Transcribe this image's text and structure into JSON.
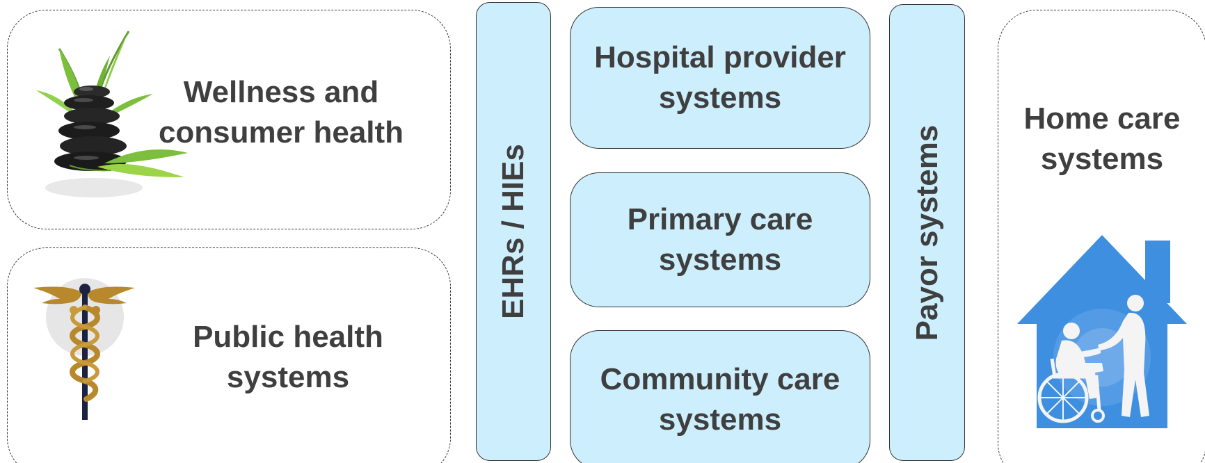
{
  "left_column": {
    "wellness": {
      "line1": "Wellness and",
      "line2": "consumer health",
      "image": "zen-stones-bamboo-icon"
    },
    "public_health": {
      "line1": "Public health",
      "line2": "systems",
      "image": "caduceus-icon"
    }
  },
  "bars": {
    "ehr": "EHRs / HIEs",
    "payor": "Payor systems"
  },
  "center": {
    "hospital": {
      "line1": "Hospital provider",
      "line2": "systems"
    },
    "primary": {
      "line1": "Primary care",
      "line2": "systems"
    },
    "community": {
      "line1": "Community care",
      "line2": "systems"
    }
  },
  "right_column": {
    "home_care": {
      "line1": "Home care",
      "line2": "systems",
      "image": "home-care-house-icon"
    }
  },
  "colors": {
    "box_fill": "#cdeefc",
    "border": "#333333",
    "text": "#3f3f3f",
    "house_blue": "#3f8fe0"
  }
}
